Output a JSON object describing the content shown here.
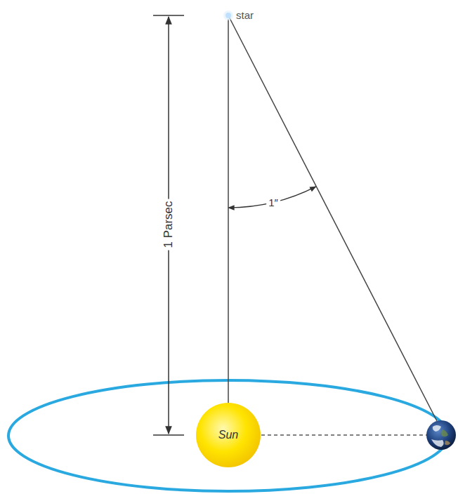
{
  "diagram": {
    "nodes": [
      {
        "text": [
          "star"
        ]
      },
      {
        "text": [
          "Sun"
        ]
      }
    ],
    "edges": [
      {
        "from": 0,
        "to": 1,
        "arrow": "none"
      }
    ],
    "labels": [
      "1″",
      "1 Parsec"
    ]
  }
}
